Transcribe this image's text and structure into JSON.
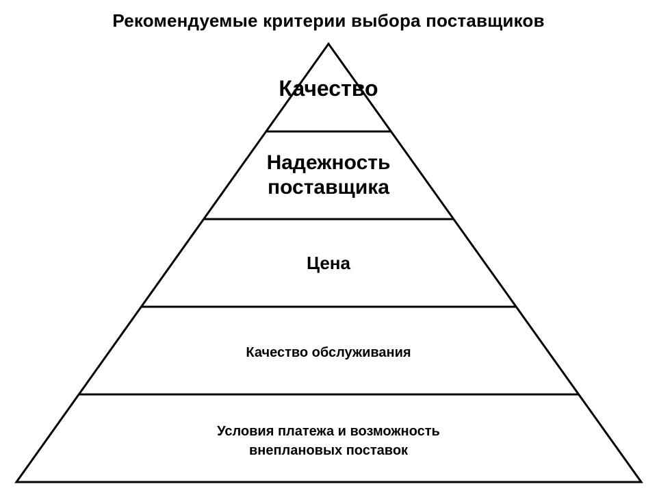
{
  "title": "Рекомендуемые критерии выбора поставщиков",
  "pyramid": {
    "levels": [
      {
        "lines": [
          "Качество"
        ]
      },
      {
        "lines": [
          "Надежность",
          "поставщика"
        ]
      },
      {
        "lines": [
          "Цена"
        ]
      },
      {
        "lines": [
          "Качество обслуживания"
        ]
      },
      {
        "lines": [
          "Условия платежа и возможность",
          "внеплановых поставок"
        ]
      }
    ],
    "stroke_color": "#000000",
    "fill_color": "#ffffff"
  }
}
